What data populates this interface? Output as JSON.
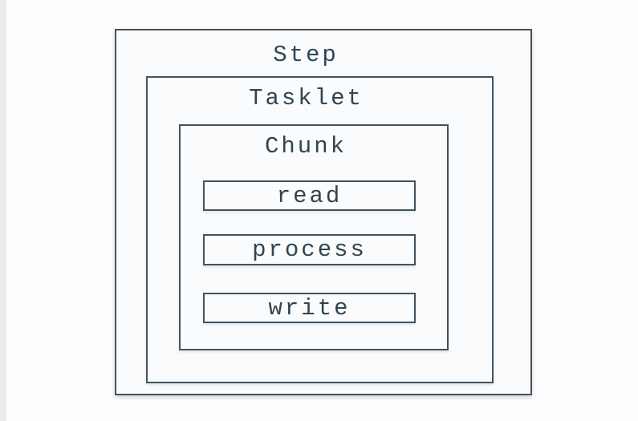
{
  "colors": {
    "border": "#42535e",
    "text": "#2f4553",
    "box_background": "#fafbfc",
    "page_background": "#fdfdfe",
    "left_strip": "#e8ebee"
  },
  "diagram": {
    "step": {
      "label": "Step"
    },
    "tasklet": {
      "label": "Tasklet"
    },
    "chunk": {
      "label": "Chunk",
      "operations": [
        {
          "label": "read"
        },
        {
          "label": "process"
        },
        {
          "label": "write"
        }
      ]
    }
  }
}
